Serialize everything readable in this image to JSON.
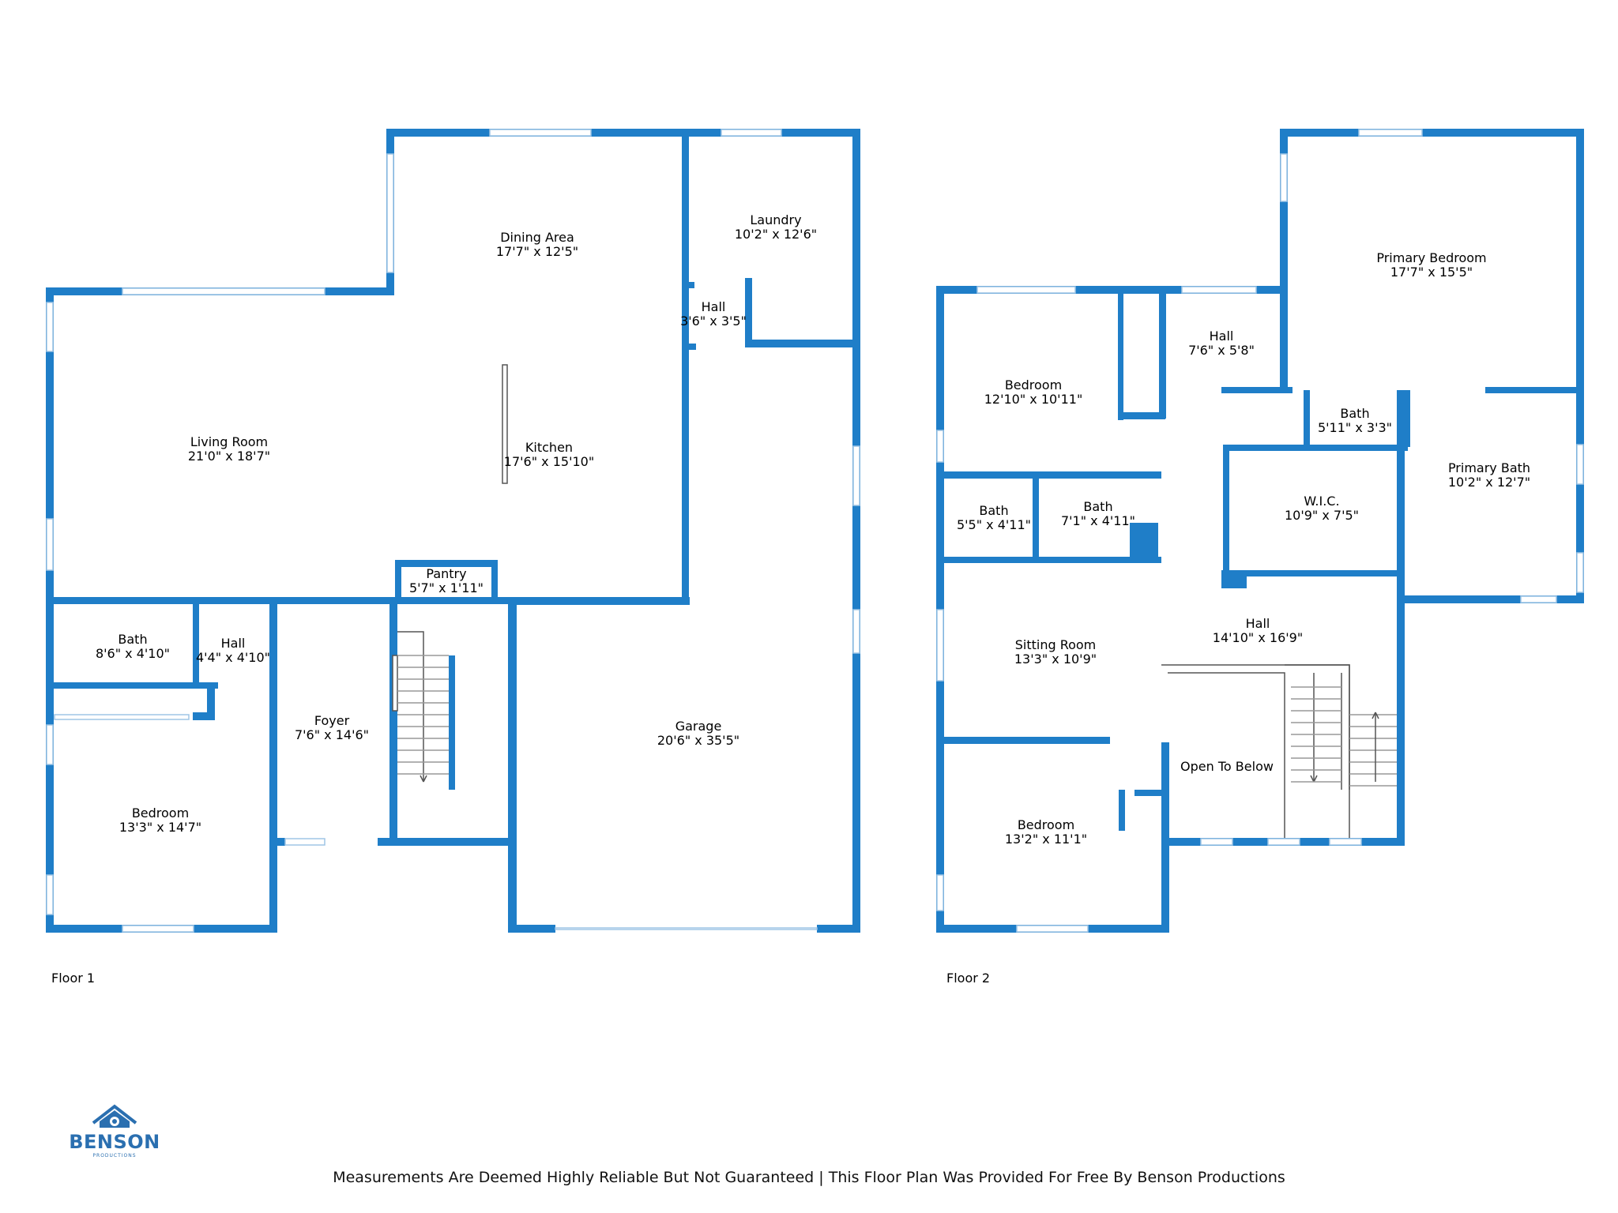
{
  "colors": {
    "wall": "#1f7ec8",
    "window": "#cfe4f4",
    "text": "#000000",
    "brand": "#2a6fb0"
  },
  "floors": [
    {
      "label": "Floor 1",
      "rooms": [
        {
          "name": "Dining Area",
          "dim": "17'7\" x 12'5\""
        },
        {
          "name": "Laundry",
          "dim": "10'2\" x 12'6\""
        },
        {
          "name": "Hall",
          "dim": "3'6\" x 3'5\""
        },
        {
          "name": "Living Room",
          "dim": "21'0\" x 18'7\""
        },
        {
          "name": "Kitchen",
          "dim": "17'6\" x 15'10\""
        },
        {
          "name": "Pantry",
          "dim": "5'7\" x 1'11\""
        },
        {
          "name": "Bath",
          "dim": "8'6\" x 4'10\""
        },
        {
          "name": "Hall",
          "dim": "4'4\" x 4'10\""
        },
        {
          "name": "Foyer",
          "dim": "7'6\" x 14'6\""
        },
        {
          "name": "Garage",
          "dim": "20'6\" x 35'5\""
        },
        {
          "name": "Bedroom",
          "dim": "13'3\" x 14'7\""
        }
      ]
    },
    {
      "label": "Floor 2",
      "rooms": [
        {
          "name": "Primary Bedroom",
          "dim": "17'7\" x 15'5\""
        },
        {
          "name": "Hall",
          "dim": "7'6\" x 5'8\""
        },
        {
          "name": "Bedroom",
          "dim": "12'10\" x 10'11\""
        },
        {
          "name": "Bath",
          "dim": "5'11\" x 3'3\""
        },
        {
          "name": "Primary Bath",
          "dim": "10'2\" x 12'7\""
        },
        {
          "name": "W.I.C.",
          "dim": "10'9\" x 7'5\""
        },
        {
          "name": "Bath",
          "dim": "5'5\" x 4'11\""
        },
        {
          "name": "Bath",
          "dim": "7'1\" x 4'11\""
        },
        {
          "name": "Sitting Room",
          "dim": "13'3\" x 10'9\""
        },
        {
          "name": "Hall",
          "dim": "14'10\" x 16'9\""
        },
        {
          "name": "Open To Below",
          "dim": ""
        },
        {
          "name": "Bedroom",
          "dim": "13'2\" x 11'1\""
        }
      ]
    }
  ],
  "logo": {
    "name": "BENSON",
    "sub": "PRODUCTIONS"
  },
  "footer": "Measurements Are Deemed Highly Reliable But Not Guaranteed | This Floor Plan Was Provided For Free By Benson Productions"
}
